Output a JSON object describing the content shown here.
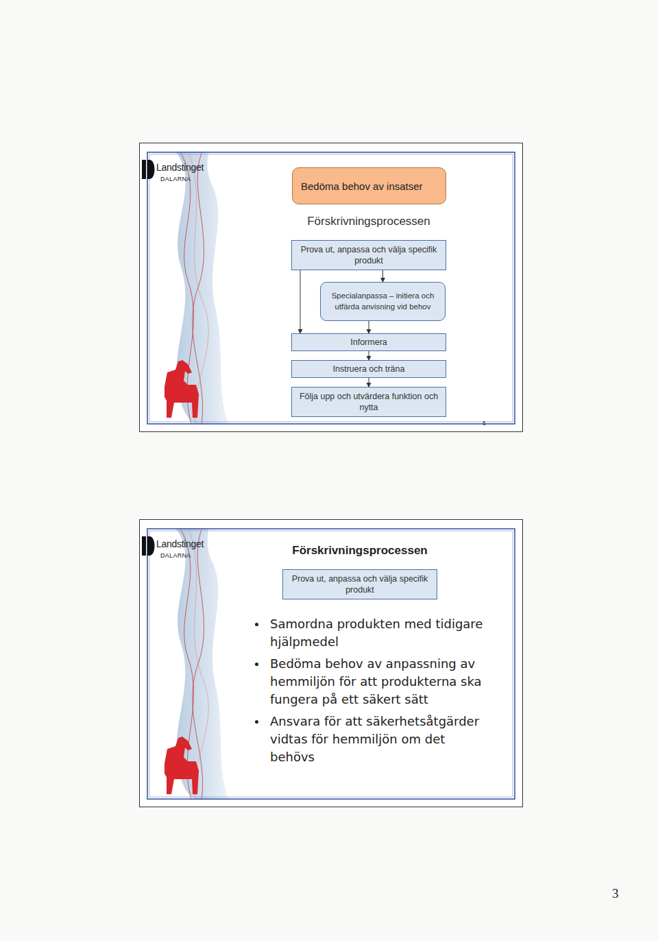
{
  "diagram": {
    "nodes": [
      {
        "text": [
          "Landstinget",
          "DALARNA",
          "Förskrivningsprocessen",
          "5"
        ]
      },
      {
        "text": [
          "Bedöma behov av insatser"
        ],
        "in": 0
      },
      {
        "text": [
          "Prova ut, anpassa och välja specifik produkt"
        ],
        "in": 0
      },
      {
        "text": [
          "Specialanpassa – initiera och utfärda anvisning vid behov"
        ],
        "in": 0
      },
      {
        "text": [
          "Informera"
        ],
        "in": 0
      },
      {
        "text": [
          "Instruera och träna"
        ],
        "in": 0
      },
      {
        "text": [
          "Följa upp och utvärdera funktion och nytta"
        ],
        "in": 0
      },
      {
        "text": [
          "Landstinget",
          "DALARNA",
          "Förskrivningsprocessen",
          "Samordna produkten med tidigare hjälpmedel",
          "Bedöma behov av anpassning av hemmiljön för att produkterna ska fungera på ett säkert sätt",
          "Ansvara för att säkerhetsåtgärder vidtas för hemmiljön om det behövs"
        ]
      },
      {
        "text": [
          "Prova ut, anpassa och välja specifik produkt"
        ],
        "in": 7
      }
    ],
    "edges": [
      {
        "from": 2,
        "to": 3,
        "arrow": "to"
      },
      {
        "from": 2,
        "to": 4,
        "arrow": "to"
      },
      {
        "from": 3,
        "to": 4,
        "arrow": "to"
      },
      {
        "from": 4,
        "to": 5,
        "arrow": "to"
      },
      {
        "from": 5,
        "to": 6,
        "arrow": "to"
      }
    ],
    "labels": [
      "3"
    ]
  }
}
